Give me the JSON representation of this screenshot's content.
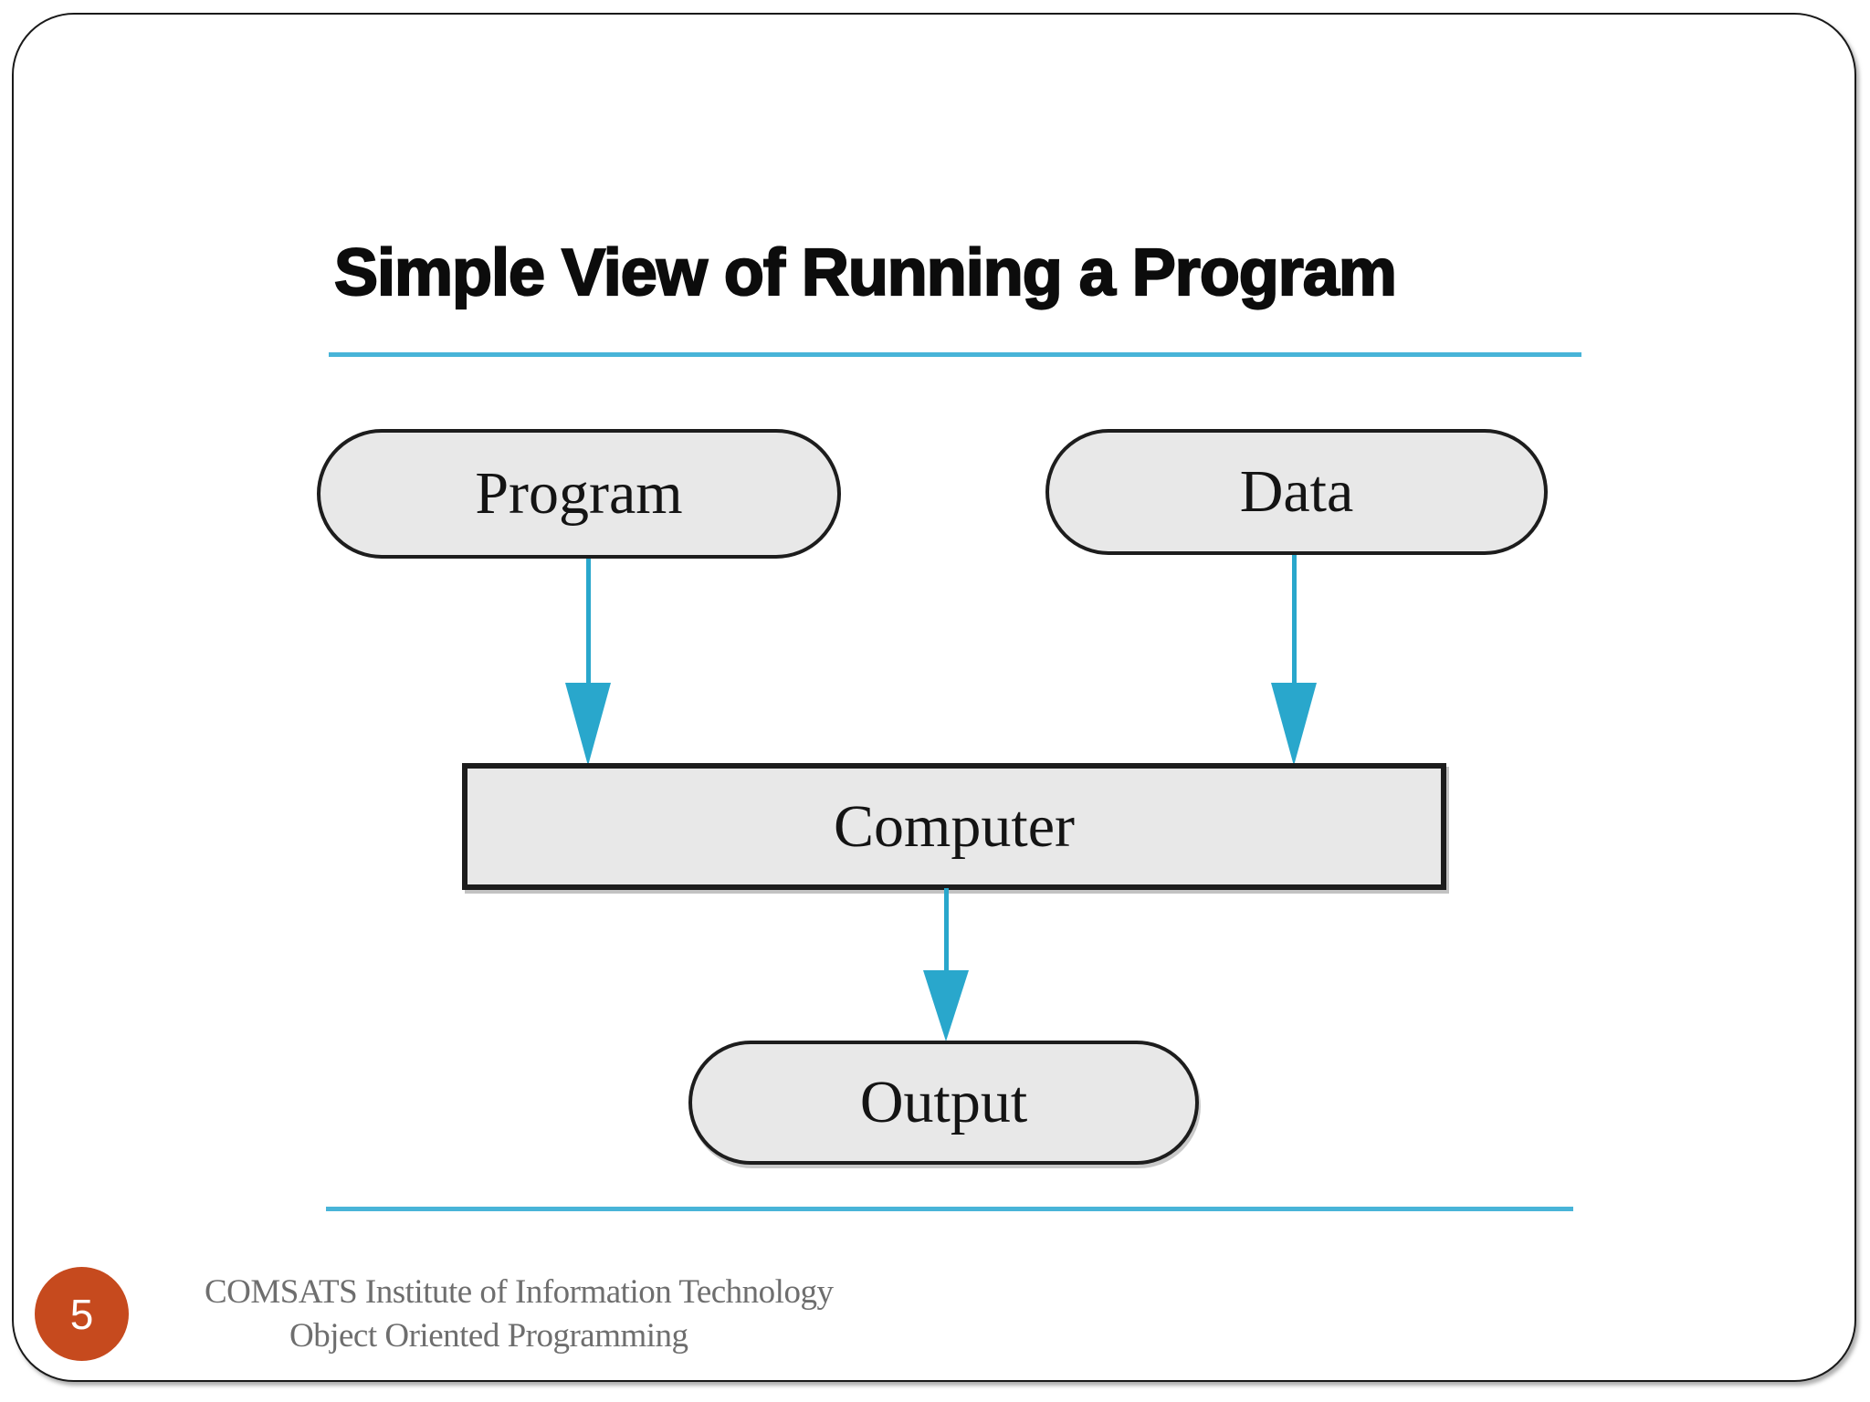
{
  "slide": {
    "title": "Simple View of Running a Program",
    "page_number": "5",
    "footer_line1": "COMSATS Institute of Information Technology",
    "footer_line2": "Object Oriented Programming"
  },
  "diagram": {
    "type": "flowchart",
    "nodes": [
      {
        "id": "program",
        "label": "Program",
        "shape": "pill"
      },
      {
        "id": "data",
        "label": "Data",
        "shape": "pill"
      },
      {
        "id": "computer",
        "label": "Computer",
        "shape": "rect"
      },
      {
        "id": "output",
        "label": "Output",
        "shape": "pill"
      }
    ],
    "edges": [
      {
        "from": "program",
        "to": "computer"
      },
      {
        "from": "data",
        "to": "computer"
      },
      {
        "from": "computer",
        "to": "output"
      }
    ]
  },
  "colors": {
    "arrow_teal": "#29a7cc",
    "separator_blue": "#48b4d8",
    "node_fill": "#e8e8e8",
    "node_border": "#1d1d1d",
    "frame_border": "#1a1a1a",
    "page_circle_orange": "#c64a1e",
    "footer_gray": "#6e6e6e",
    "title_black": "#0c0c0c"
  }
}
